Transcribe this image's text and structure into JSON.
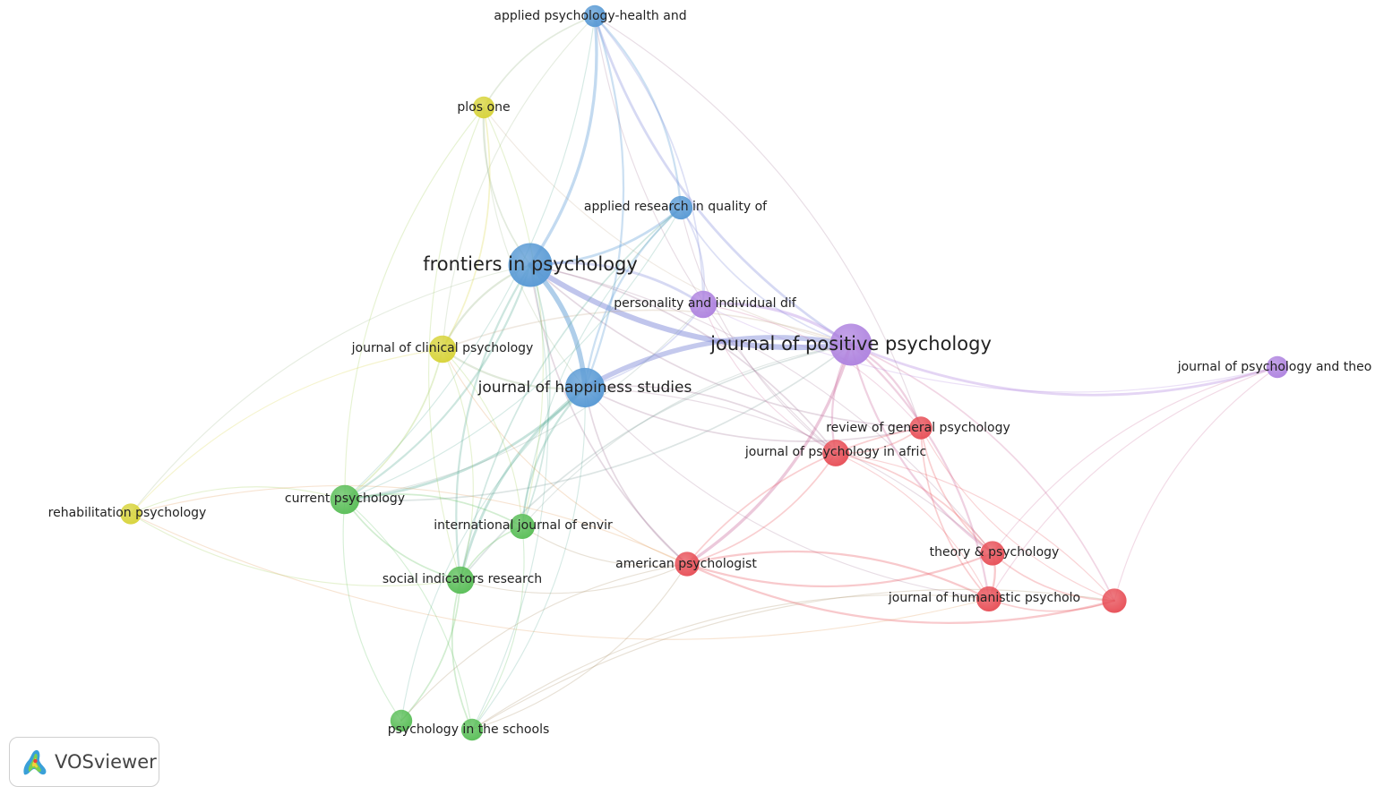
{
  "app": {
    "brand": "VOSviewer"
  },
  "colors": {
    "blue": "#5b9bd5",
    "purple": "#b085e0",
    "red": "#e8525a",
    "green": "#5cbf5a",
    "yellow": "#d8d43c"
  },
  "nodes": [
    {
      "id": "frontiers",
      "label": "frontiers in psychology",
      "cluster": "blue",
      "weight": 100
    },
    {
      "id": "jpp",
      "label": "journal of positive psychology",
      "cluster": "purple",
      "weight": 90
    },
    {
      "id": "jhs",
      "label": "journal of happiness studies",
      "cluster": "blue",
      "weight": 78
    },
    {
      "id": "aph",
      "label": "applied psychology-health and",
      "cluster": "blue",
      "weight": 16
    },
    {
      "id": "plos",
      "label": "plos one",
      "cluster": "yellow",
      "weight": 16
    },
    {
      "id": "arq",
      "label": "applied research in quality of",
      "cluster": "blue",
      "weight": 20
    },
    {
      "id": "pid",
      "label": "personality and individual dif",
      "cluster": "purple",
      "weight": 30
    },
    {
      "id": "jcp",
      "label": "journal of clinical psychology",
      "cluster": "yellow",
      "weight": 30
    },
    {
      "id": "jpt",
      "label": "journal of psychology and theo",
      "cluster": "purple",
      "weight": 16
    },
    {
      "id": "rgp",
      "label": "review of general psychology",
      "cluster": "red",
      "weight": 18
    },
    {
      "id": "jpa",
      "label": "journal of psychology in afric",
      "cluster": "red",
      "weight": 28
    },
    {
      "id": "cp",
      "label": "current psychology",
      "cluster": "green",
      "weight": 36
    },
    {
      "id": "rehab",
      "label": "rehabilitation psychology",
      "cluster": "yellow",
      "weight": 14
    },
    {
      "id": "ije",
      "label": "international journal of envir",
      "cluster": "green",
      "weight": 24
    },
    {
      "id": "ap",
      "label": "american psychologist",
      "cluster": "red",
      "weight": 22
    },
    {
      "id": "tp",
      "label": "theory & psychology",
      "cluster": "red",
      "weight": 22
    },
    {
      "id": "sir",
      "label": "social indicators research",
      "cluster": "green",
      "weight": 30
    },
    {
      "id": "jhp",
      "label": "journal of humanistic psycholo",
      "cluster": "red",
      "weight": 24
    },
    {
      "id": "red_unl",
      "label": "",
      "cluster": "red",
      "weight": 22
    },
    {
      "id": "green_unl",
      "label": "",
      "cluster": "green",
      "weight": 16
    },
    {
      "id": "pits",
      "label": "psychology in the schools",
      "cluster": "green",
      "weight": 16
    }
  ],
  "links": [
    [
      "frontiers",
      "jpp",
      10
    ],
    [
      "frontiers",
      "jhs",
      9
    ],
    [
      "frontiers",
      "aph",
      5
    ],
    [
      "frontiers",
      "plos",
      2
    ],
    [
      "frontiers",
      "arq",
      4
    ],
    [
      "frontiers",
      "pid",
      4
    ],
    [
      "frontiers",
      "jcp",
      3
    ],
    [
      "frontiers",
      "cp",
      3
    ],
    [
      "frontiers",
      "sir",
      3
    ],
    [
      "frontiers",
      "ije",
      2
    ],
    [
      "frontiers",
      "ap",
      2
    ],
    [
      "frontiers",
      "jpa",
      2
    ],
    [
      "frontiers",
      "rgp",
      2
    ],
    [
      "frontiers",
      "pits",
      1
    ],
    [
      "frontiers",
      "rehab",
      1
    ],
    [
      "frontiers",
      "tp",
      1
    ],
    [
      "jpp",
      "jhs",
      9
    ],
    [
      "jpp",
      "aph",
      4
    ],
    [
      "jpp",
      "pid",
      5
    ],
    [
      "jpp",
      "arq",
      2
    ],
    [
      "jpp",
      "jpt",
      4
    ],
    [
      "jpp",
      "rgp",
      3
    ],
    [
      "jpp",
      "jpa",
      3
    ],
    [
      "jpp",
      "ap",
      5
    ],
    [
      "jpp",
      "tp",
      3
    ],
    [
      "jpp",
      "jhp",
      3
    ],
    [
      "jpp",
      "sir",
      2
    ],
    [
      "jpp",
      "cp",
      2
    ],
    [
      "jpp",
      "jcp",
      2
    ],
    [
      "jpp",
      "red_unl",
      2
    ],
    [
      "jpp",
      "ije",
      1
    ],
    [
      "jpp",
      "plos",
      1
    ],
    [
      "jhs",
      "aph",
      3
    ],
    [
      "jhs",
      "arq",
      3
    ],
    [
      "jhs",
      "sir",
      4
    ],
    [
      "jhs",
      "cp",
      4
    ],
    [
      "jhs",
      "ije",
      3
    ],
    [
      "jhs",
      "jcp",
      3
    ],
    [
      "jhs",
      "ap",
      2
    ],
    [
      "jhs",
      "jpa",
      2
    ],
    [
      "jhs",
      "pid",
      2
    ],
    [
      "jhs",
      "plos",
      1
    ],
    [
      "jhs",
      "rgp",
      2
    ],
    [
      "jhs",
      "pits",
      1
    ],
    [
      "jhs",
      "green_unl",
      1
    ],
    [
      "jhs",
      "tp",
      1
    ],
    [
      "jhs",
      "jhp",
      1
    ],
    [
      "aph",
      "arq",
      3
    ],
    [
      "aph",
      "plos",
      2
    ],
    [
      "aph",
      "pid",
      2
    ],
    [
      "aph",
      "jcp",
      1
    ],
    [
      "aph",
      "rgp",
      1
    ],
    [
      "aph",
      "jpa",
      1
    ],
    [
      "aph",
      "cp",
      1
    ],
    [
      "arq",
      "sir",
      2
    ],
    [
      "arq",
      "pid",
      2
    ],
    [
      "arq",
      "jpa",
      1
    ],
    [
      "arq",
      "cp",
      1
    ],
    [
      "arq",
      "ije",
      1
    ],
    [
      "pid",
      "cp",
      1
    ],
    [
      "pid",
      "jpa",
      1
    ],
    [
      "pid",
      "rgp",
      1
    ],
    [
      "pid",
      "jpt",
      1
    ],
    [
      "plos",
      "jcp",
      2
    ],
    [
      "plos",
      "cp",
      1
    ],
    [
      "plos",
      "ije",
      1
    ],
    [
      "plos",
      "sir",
      1
    ],
    [
      "jcp",
      "cp",
      2
    ],
    [
      "jcp",
      "rehab",
      1
    ],
    [
      "jcp",
      "sir",
      1
    ],
    [
      "jcp",
      "ap",
      1
    ],
    [
      "jcp",
      "ije",
      1
    ],
    [
      "cp",
      "sir",
      2
    ],
    [
      "cp",
      "ije",
      2
    ],
    [
      "cp",
      "rehab",
      1
    ],
    [
      "cp",
      "pits",
      1
    ],
    [
      "cp",
      "green_unl",
      1
    ],
    [
      "sir",
      "ije",
      2
    ],
    [
      "sir",
      "pits",
      2
    ],
    [
      "sir",
      "green_unl",
      2
    ],
    [
      "sir",
      "ap",
      1
    ],
    [
      "sir",
      "rehab",
      1
    ],
    [
      "ije",
      "ap",
      1
    ],
    [
      "ije",
      "pits",
      1
    ],
    [
      "ap",
      "tp",
      3
    ],
    [
      "ap",
      "jhp",
      3
    ],
    [
      "ap",
      "red_unl",
      3
    ],
    [
      "ap",
      "rgp",
      2
    ],
    [
      "ap",
      "jpa",
      2
    ],
    [
      "ap",
      "pits",
      1
    ],
    [
      "ap",
      "green_unl",
      1
    ],
    [
      "tp",
      "jhp",
      3
    ],
    [
      "tp",
      "red_unl",
      2
    ],
    [
      "tp",
      "rgp",
      2
    ],
    [
      "tp",
      "jpa",
      2
    ],
    [
      "tp",
      "jpt",
      1
    ],
    [
      "jhp",
      "red_unl",
      2
    ],
    [
      "jhp",
      "rgp",
      2
    ],
    [
      "jhp",
      "jpa",
      1
    ],
    [
      "jhp",
      "jpt",
      1
    ],
    [
      "jhp",
      "pits",
      1
    ],
    [
      "rgp",
      "jpa",
      2
    ],
    [
      "rgp",
      "red_unl",
      1
    ],
    [
      "jpa",
      "red_unl",
      1
    ],
    [
      "jpt",
      "red_unl",
      1
    ],
    [
      "rehab",
      "ap",
      1
    ],
    [
      "rehab",
      "jhp",
      1
    ],
    [
      "pits",
      "red_unl",
      1
    ]
  ]
}
